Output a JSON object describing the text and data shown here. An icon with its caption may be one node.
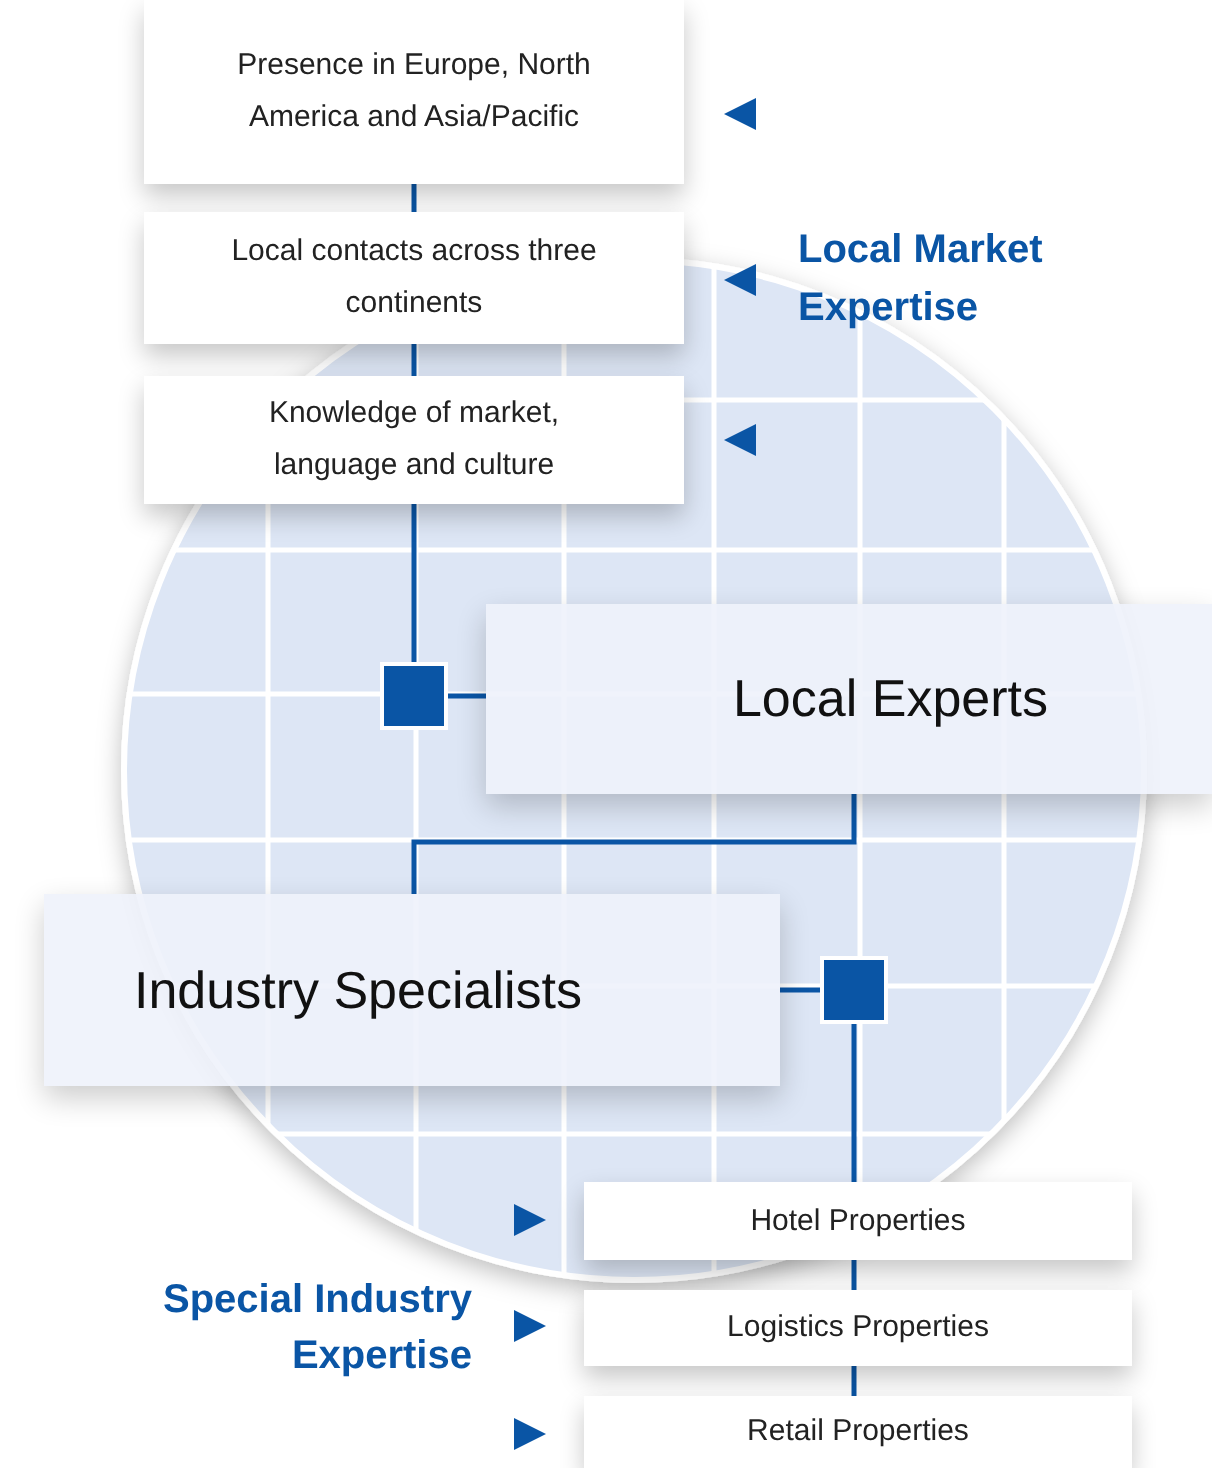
{
  "diagram": {
    "nodes": [
      {
        "text": [
          "Presence in Europe, North America and Asia/Pacific"
        ]
      },
      {
        "text": [
          "Local contacts across three continents"
        ]
      },
      {
        "text": [
          "Knowledge of market, language and culture"
        ]
      },
      {
        "text": [],
        "shape": "box"
      },
      {
        "text": [
          "Local Experts"
        ]
      },
      {
        "text": [
          "Industry Specialists"
        ]
      },
      {
        "text": [],
        "shape": "box"
      },
      {
        "text": [
          "Hotel Properties"
        ]
      },
      {
        "text": [
          "Logistics Properties"
        ]
      },
      {
        "text": [
          "Retail Properties"
        ]
      }
    ],
    "edges": [
      {
        "from": 0,
        "to": 1,
        "arrow": "none"
      },
      {
        "from": 1,
        "to": 2,
        "arrow": "none"
      },
      {
        "from": 2,
        "to": 3,
        "arrow": "none"
      },
      {
        "from": 3,
        "to": 4,
        "arrow": "none"
      },
      {
        "from": 4,
        "to": 5,
        "arrow": "none"
      },
      {
        "from": 5,
        "to": 6,
        "arrow": "none"
      },
      {
        "from": 6,
        "to": 7,
        "arrow": "none"
      },
      {
        "from": 7,
        "to": 8,
        "arrow": "none"
      },
      {
        "from": 8,
        "to": 9,
        "arrow": "none"
      }
    ],
    "labels": [
      "Local Market Expertise",
      "Special Industry Expertise"
    ]
  }
}
